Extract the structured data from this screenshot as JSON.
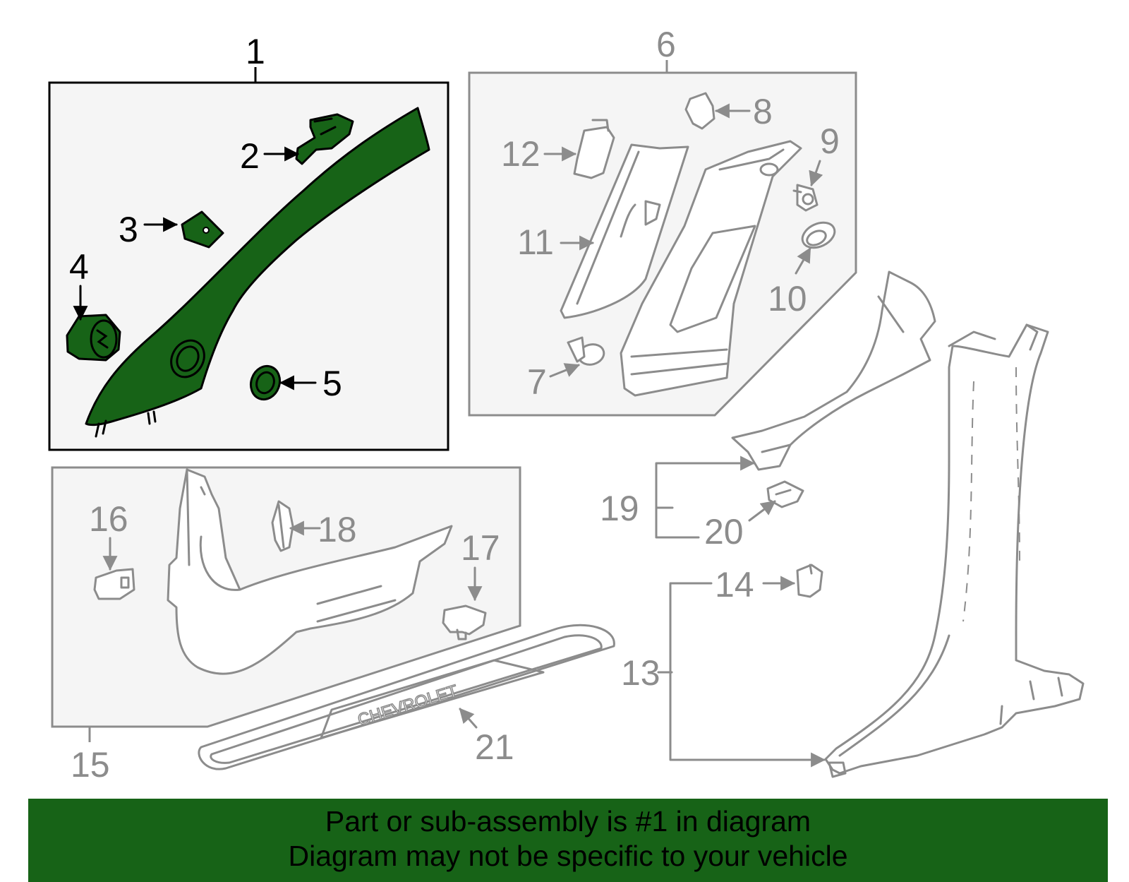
{
  "colors": {
    "highlight": "#176317",
    "gray_line": "#8c8c8c",
    "box_fill": "#f5f5f5",
    "banner_bg": "#176317"
  },
  "callouts": {
    "c1": "1",
    "c2": "2",
    "c3": "3",
    "c4": "4",
    "c5": "5",
    "c6": "6",
    "c7": "7",
    "c8": "8",
    "c9": "9",
    "c10": "10",
    "c11": "11",
    "c12": "12",
    "c13": "13",
    "c14": "14",
    "c15": "15",
    "c16": "16",
    "c17": "17",
    "c18": "18",
    "c19": "19",
    "c20": "20",
    "c21": "21"
  },
  "sill_plate_logo": "CHEVROLET",
  "banner": {
    "line1": "Part or sub-assembly is #1 in diagram",
    "line2": "Diagram may not be specific to your vehicle"
  }
}
